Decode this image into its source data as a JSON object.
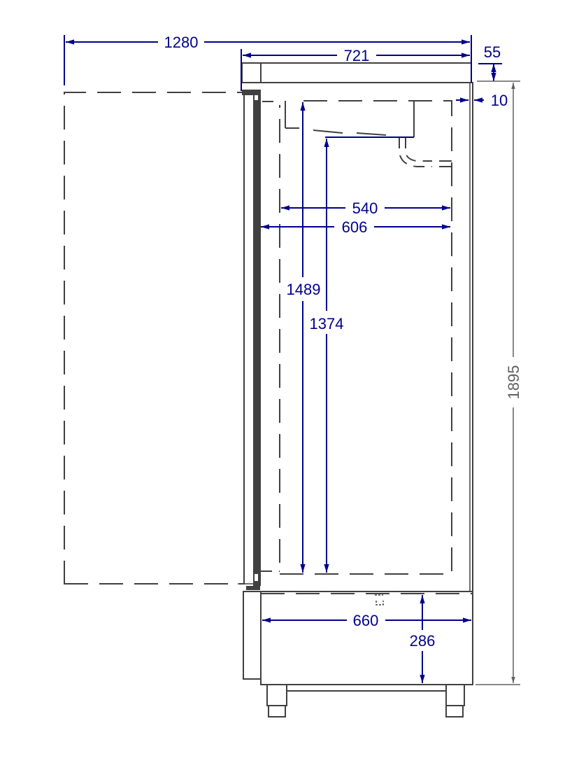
{
  "drawing": {
    "type": "technical-elevation",
    "subject": "upright refrigerator cabinet, side elevation with door-swing outline",
    "units": "mm",
    "colors": {
      "dimension": "#00008b",
      "outline": "#404040",
      "overall_height_dimension": "#606060",
      "background": "#ffffff"
    }
  },
  "dimensions": {
    "door_open_width": {
      "value": "1280",
      "label": "1280",
      "orientation": "horizontal"
    },
    "cabinet_depth": {
      "value": "721",
      "label": "721",
      "orientation": "horizontal"
    },
    "top_panel_height": {
      "value": "55",
      "label": "55",
      "orientation": "vertical"
    },
    "rear_offset": {
      "value": "10",
      "label": "10",
      "orientation": "horizontal"
    },
    "interior_depth_shelf": {
      "value": "540",
      "label": "540",
      "orientation": "horizontal"
    },
    "interior_depth": {
      "value": "606",
      "label": "606",
      "orientation": "horizontal"
    },
    "interior_height_total": {
      "value": "1489",
      "label": "1489",
      "orientation": "vertical"
    },
    "interior_height_usable": {
      "value": "1374",
      "label": "1374",
      "orientation": "vertical"
    },
    "overall_height": {
      "value": "1895",
      "label": "1895",
      "orientation": "vertical-rotated"
    },
    "base_depth": {
      "value": "660",
      "label": "660",
      "orientation": "horizontal"
    },
    "base_height": {
      "value": "286",
      "label": "286",
      "orientation": "vertical"
    }
  }
}
